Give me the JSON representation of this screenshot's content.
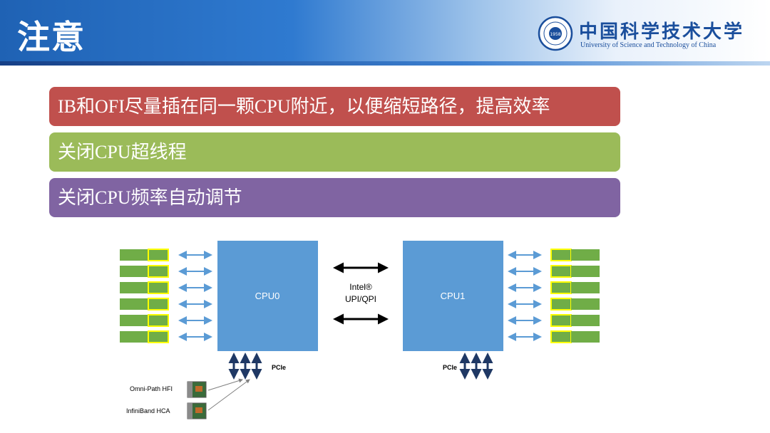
{
  "header": {
    "title": "注意",
    "logo_cn": "中国科学技术大学",
    "logo_en": "University of Science and Technology of China",
    "logo_seal_text": "1958"
  },
  "notes": [
    {
      "text": "IB和OFI尽量插在同一颗CPU附近，以便缩短路径，提高效率",
      "color": "#c0504d"
    },
    {
      "text": "关闭CPU超线程",
      "color": "#9bbb59"
    },
    {
      "text": "关闭CPU频率自动调节",
      "color": "#8064a2"
    }
  ],
  "diagram": {
    "cpu0_label": "CPU0",
    "cpu1_label": "CPU1",
    "interconnect_line1": "Intel®",
    "interconnect_line2": "UPI/QPI",
    "pcie_left": "PCIe",
    "pcie_right": "PCIe",
    "card1_label": "Omni-Path HFI",
    "card2_label": "InfiniBand HCA",
    "colors": {
      "cpu": "#5b9bd5",
      "memory": "#70ad47",
      "memory_highlight": "#ffff00",
      "memory_arrow": "#5b9bd5",
      "pcie_arrow": "#1f3864"
    }
  }
}
